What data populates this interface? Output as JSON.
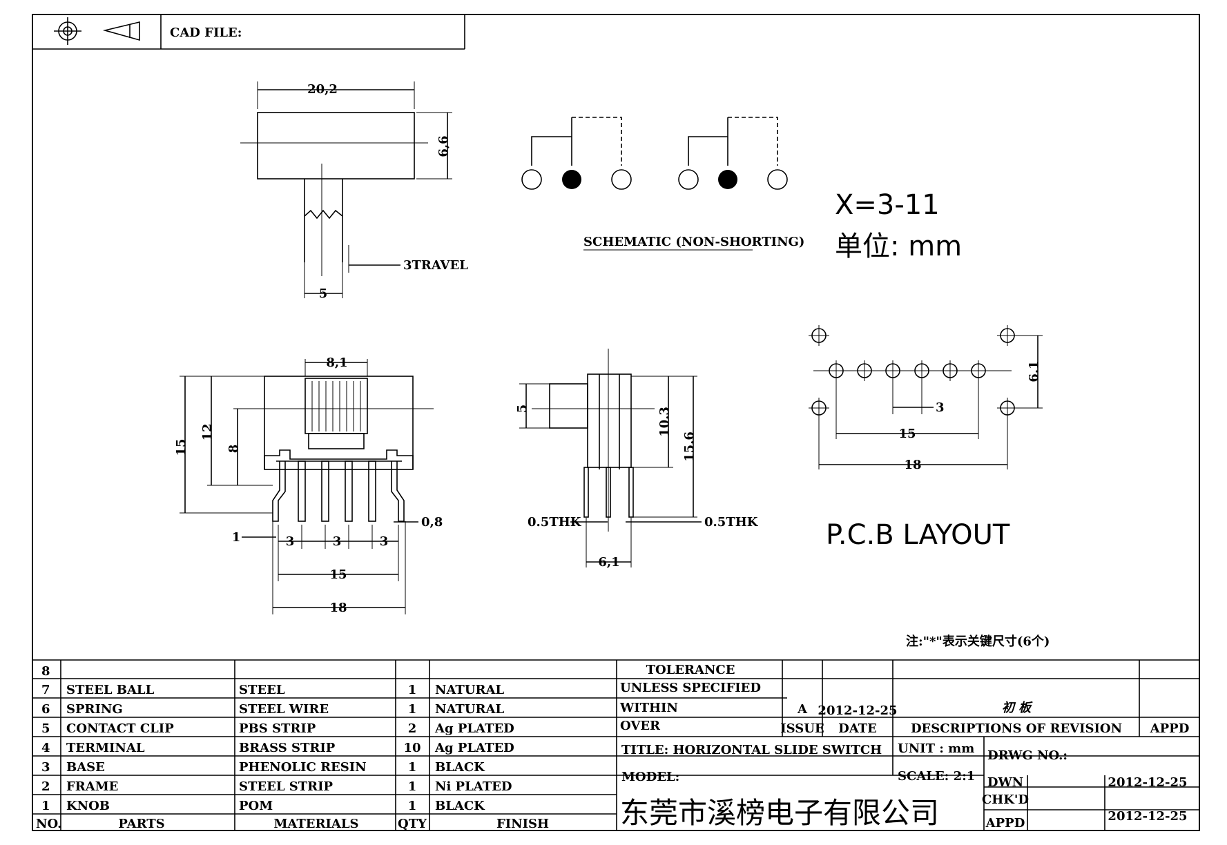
{
  "header": {
    "cad_file_label": "CAD FILE:"
  },
  "dims_top": {
    "width": "20,2",
    "height": "6,6",
    "travel": "3TRAVEL",
    "stem": "5"
  },
  "schematic": {
    "label": "SCHEMATIC (NON-SHORTING)"
  },
  "notes": {
    "x_range": "X=3-11",
    "unit": "单位:  mm",
    "key_note": "注:\"*\"表示关键尺寸(6个)"
  },
  "dims_front": {
    "knob": "8,1",
    "h15": "15",
    "h12": "12",
    "h8": "8",
    "pin": "0,8",
    "p1": "1",
    "p3a": "3",
    "p3b": "3",
    "p3c": "3",
    "w15": "15",
    "w18": "18"
  },
  "dims_side": {
    "h5": "5",
    "h103": "10.3",
    "h156": "15.6",
    "thk_left": "0.5THK",
    "thk_right": "0.5THK",
    "w61": "6,1"
  },
  "pcb": {
    "title": "P.C.B LAYOUT",
    "pitch": "3",
    "h61": "6.1",
    "w15": "15",
    "w18": "18"
  },
  "bom": {
    "rows": [
      {
        "no": "8",
        "part": "",
        "material": "",
        "qty": "",
        "finish": ""
      },
      {
        "no": "7",
        "part": "STEEL BALL",
        "material": "STEEL",
        "qty": "1",
        "finish": "NATURAL"
      },
      {
        "no": "6",
        "part": "SPRING",
        "material": "STEEL WIRE",
        "qty": "1",
        "finish": "NATURAL"
      },
      {
        "no": "5",
        "part": "CONTACT CLIP",
        "material": "PBS STRIP",
        "qty": "2",
        "finish": "Ag PLATED"
      },
      {
        "no": "4",
        "part": "TERMINAL",
        "material": "BRASS STRIP",
        "qty": "10",
        "finish": "Ag PLATED"
      },
      {
        "no": "3",
        "part": "BASE",
        "material": "PHENOLIC RESIN",
        "qty": "1",
        "finish": "BLACK"
      },
      {
        "no": "2",
        "part": "FRAME",
        "material": "STEEL STRIP",
        "qty": "1",
        "finish": "Ni PLATED"
      },
      {
        "no": "1",
        "part": "KNOB",
        "material": "POM",
        "qty": "1",
        "finish": "BLACK"
      }
    ],
    "headers": {
      "no": "NO.",
      "part": "PARTS",
      "material": "MATERIALS",
      "qty": "QTY",
      "finish": "FINISH"
    }
  },
  "title_block": {
    "tolerance": "TOLERANCE",
    "unless": "UNLESS   SPECIFIED",
    "within": "WITHIN",
    "over": "OVER",
    "rev_letter": "A",
    "rev_date": "2012-12-25",
    "rev_desc": "初 板",
    "issue": "ISSUE",
    "date": "DATE",
    "desc_rev": "DESCRIPTIONS OF REVISION",
    "appd": "APPD",
    "title": "TITLE: HORIZONTAL SLIDE SWITCH",
    "unit": "UNIT : mm",
    "drwg_no": "DRWG NO.:",
    "model": "MODEL:",
    "scale": "SCALE: 2:1",
    "dwn": "DWN",
    "dwn_date": "2012-12-25",
    "company": "东莞市溪榜电子有限公司",
    "chkd": "CHK'D",
    "appd2": "APPD",
    "chk_date": "2012-12-25"
  }
}
